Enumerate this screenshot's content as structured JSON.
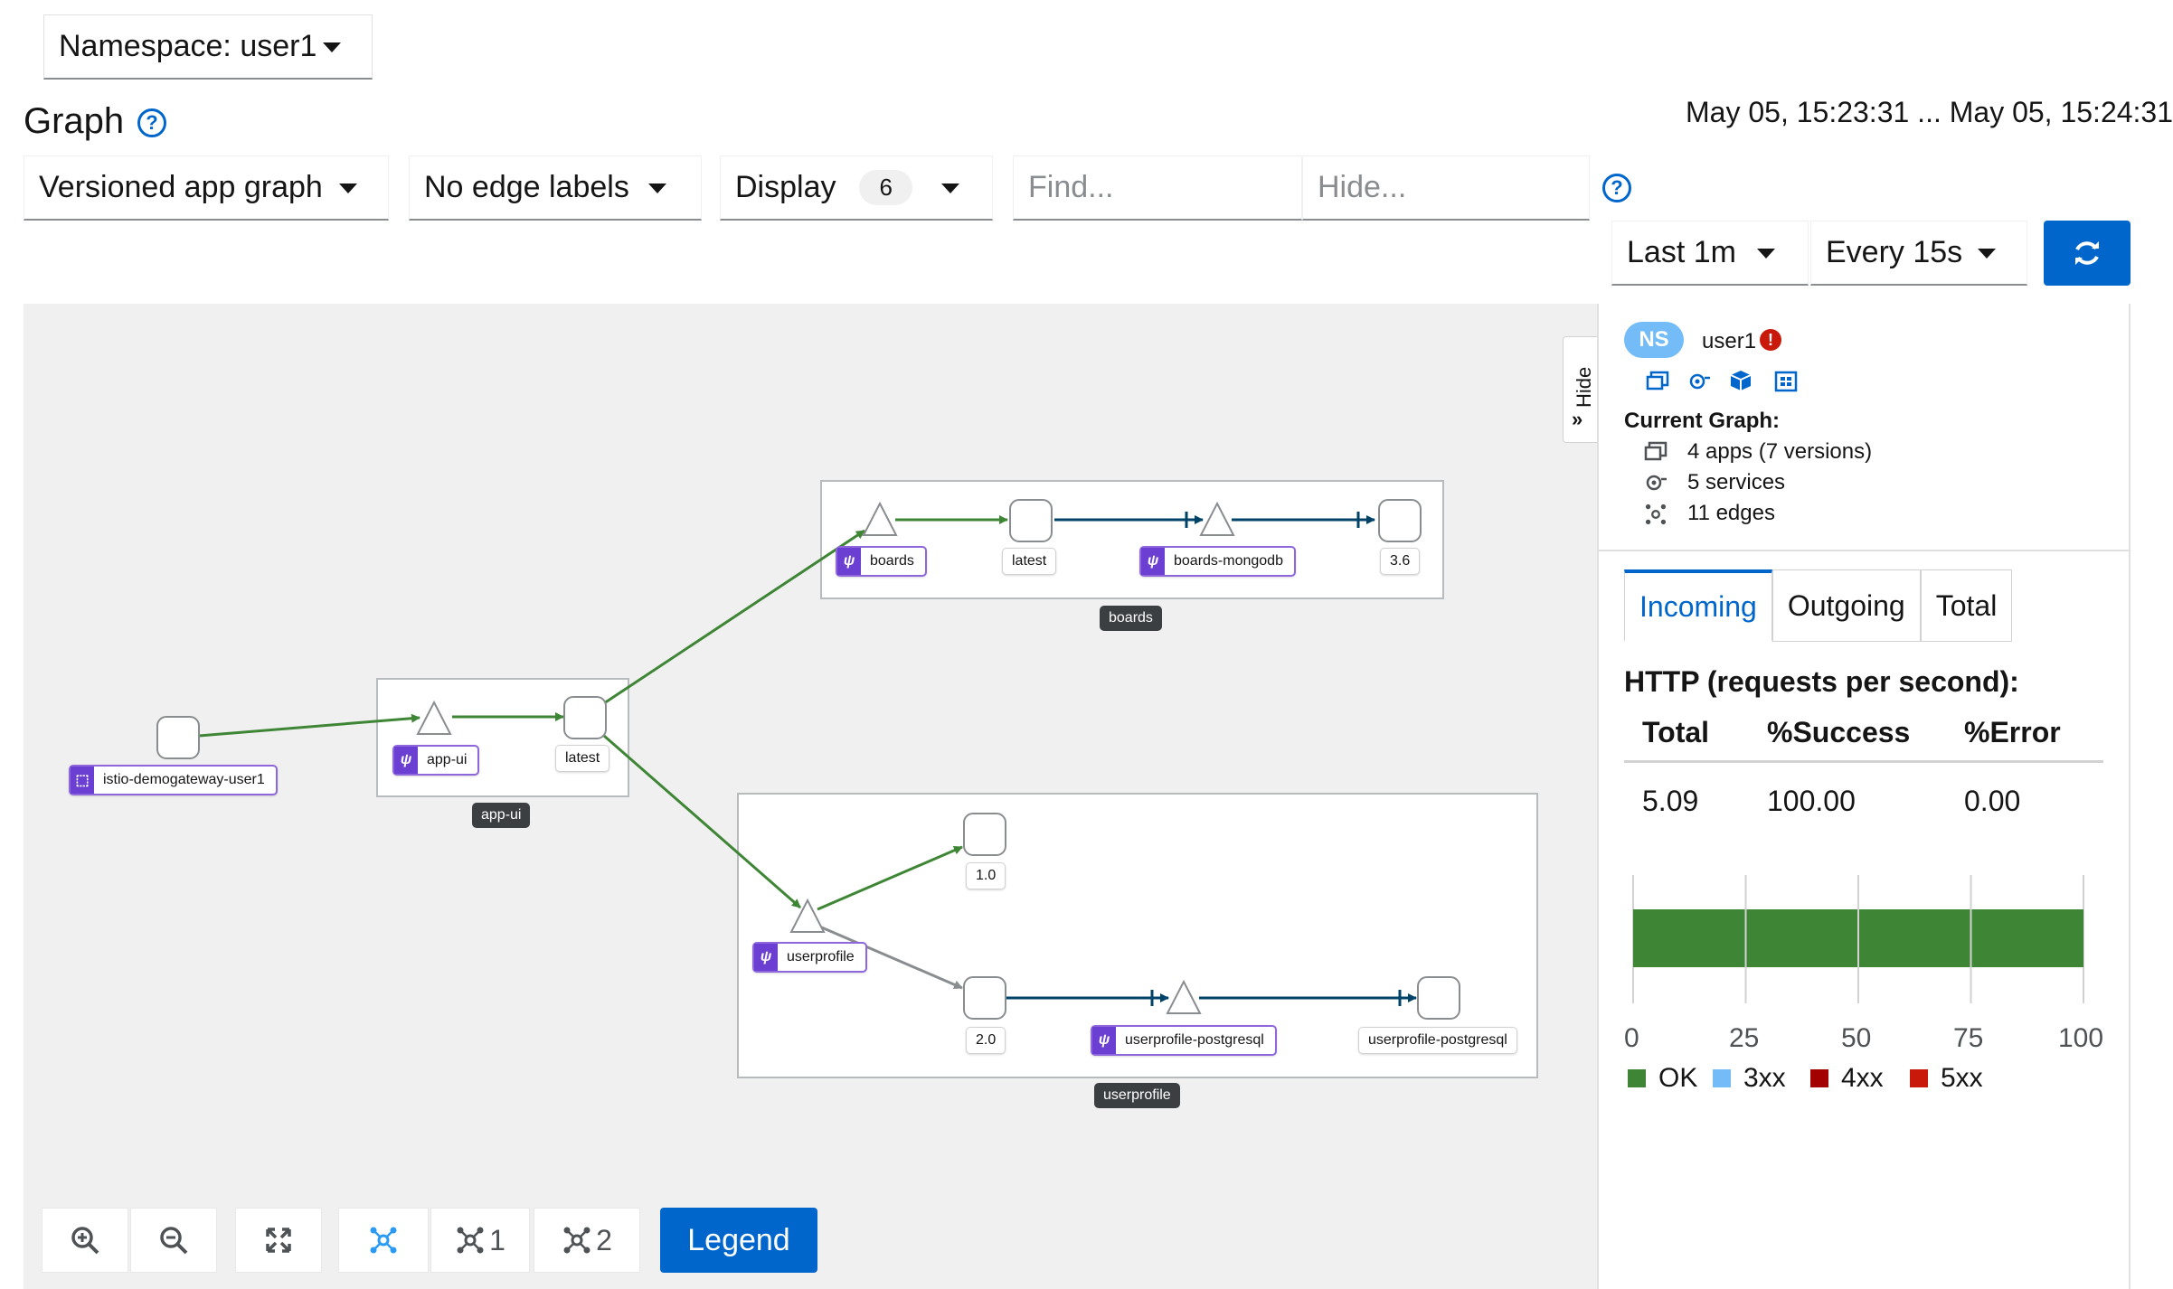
{
  "namespace_selector": {
    "label": "Namespace: user1"
  },
  "page": {
    "title": "Graph",
    "time_range": "May 05, 15:23:31 ... May 05, 15:24:31"
  },
  "toolbar": {
    "graph_type": "Versioned app graph",
    "edge_labels": "No edge labels",
    "display": {
      "label": "Display",
      "count": "6"
    },
    "find_placeholder": "Find...",
    "hide_placeholder": "Hide...",
    "duration": "Last 1m",
    "refresh_interval": "Every 15s"
  },
  "graph": {
    "boxes": [
      {
        "name": "boards",
        "label": "boards"
      },
      {
        "name": "app-ui",
        "label": "app-ui"
      },
      {
        "name": "userprofile",
        "label": "userprofile"
      }
    ],
    "gateway_label": "istio-demogateway-user1",
    "app_labels": {
      "app_ui": "app-ui",
      "boards": "boards",
      "boards_mongodb": "boards-mongodb",
      "userprofile": "userprofile",
      "userprofile_postgresql": "userprofile-postgresql"
    },
    "version_labels": {
      "app_ui_latest": "latest",
      "boards_latest": "latest",
      "mongodb_version": "3.6",
      "userprofile_v1": "1.0",
      "userprofile_v2": "2.0",
      "postgresql_workload": "userprofile-postgresql"
    },
    "colors": {
      "healthy_edge": "#3e8635",
      "tcp_edge": "#004368",
      "idle_edge": "#8a8d90",
      "app_chip": "#6b3fd1"
    }
  },
  "graph_controls": {
    "layout_1": "1",
    "layout_2": "2",
    "legend": "Legend"
  },
  "side_panel": {
    "hide_label": "Hide",
    "ns_badge": "NS",
    "namespace": "user1",
    "current_graph_title": "Current Graph:",
    "apps": "4 apps (7 versions)",
    "services": "5 services",
    "edges": "11 edges",
    "tabs": [
      "Incoming",
      "Outgoing",
      "Total"
    ],
    "http_title": "HTTP (requests per second):",
    "table": {
      "headers": [
        "Total",
        "%Success",
        "%Error"
      ],
      "row": [
        "5.09",
        "100.00",
        "0.00"
      ]
    },
    "chart_axis": [
      "0",
      "25",
      "50",
      "75",
      "100"
    ],
    "chart_legend": [
      {
        "label": "OK",
        "color": "#3e8635"
      },
      {
        "label": "3xx",
        "color": "#73bcf7"
      },
      {
        "label": "4xx",
        "color": "#a30000"
      },
      {
        "label": "5xx",
        "color": "#c9190b"
      }
    ]
  },
  "chart_data": {
    "type": "bar",
    "orientation": "horizontal",
    "categories": [
      "HTTP"
    ],
    "series": [
      {
        "name": "OK",
        "values": [
          100
        ]
      },
      {
        "name": "3xx",
        "values": [
          0
        ]
      },
      {
        "name": "4xx",
        "values": [
          0
        ]
      },
      {
        "name": "5xx",
        "values": [
          0
        ]
      }
    ],
    "xlim": [
      0,
      100
    ],
    "grid": true,
    "legend": "bottom"
  }
}
